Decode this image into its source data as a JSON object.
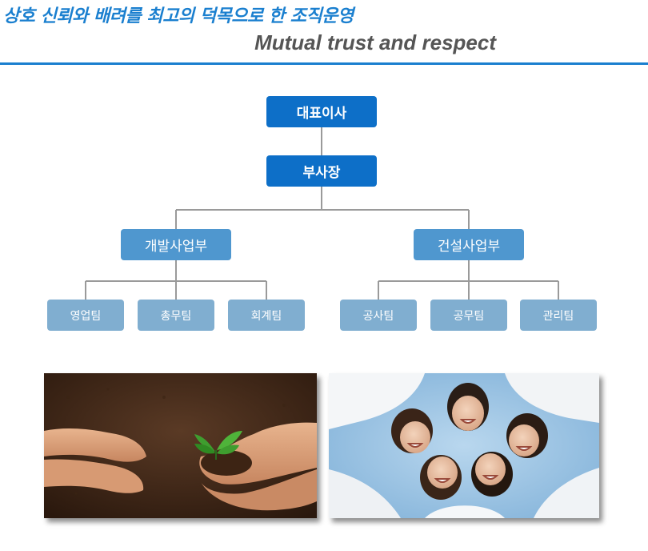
{
  "header": {
    "title_kr": "상호 신뢰와 배려를 최고의 덕목으로 한 조직운영",
    "title_en": "Mutual trust and respect"
  },
  "org": {
    "ceo": "대표이사",
    "vp": "부사장",
    "divisions": [
      {
        "name": "개발사업부",
        "teams": [
          "영업팀",
          "총무팀",
          "회계팀"
        ]
      },
      {
        "name": "건설사업부",
        "teams": [
          "공사팀",
          "공무팀",
          "관리팀"
        ]
      }
    ]
  },
  "colors": {
    "accent": "#1a7fcf",
    "level1": "#0d6fc8",
    "level2": "#4f97cf",
    "level3": "#80aed0",
    "connector": "#9a9a9a"
  }
}
